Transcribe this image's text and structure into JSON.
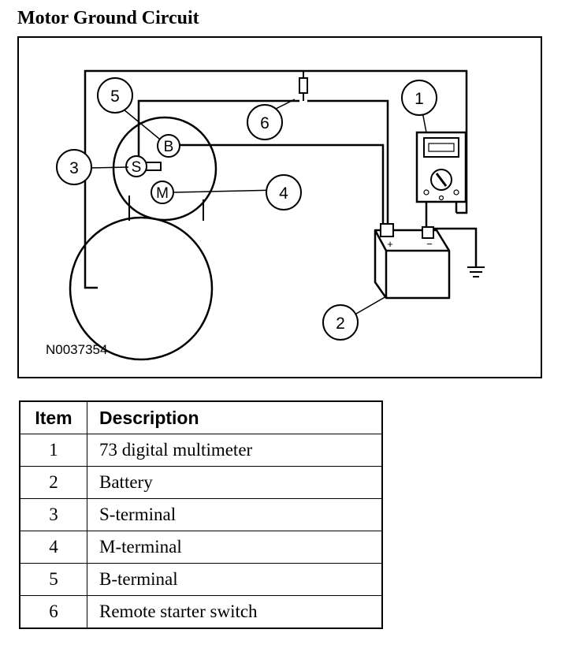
{
  "title": "Motor Ground Circuit",
  "figure": {
    "code": "N0037354",
    "callouts": [
      "1",
      "2",
      "3",
      "4",
      "5",
      "6"
    ],
    "terminals": {
      "b": "B",
      "s": "S",
      "m": "M"
    },
    "battery": {
      "positive": "+",
      "negative": "−"
    }
  },
  "table": {
    "headers": {
      "item": "Item",
      "description": "Description"
    },
    "rows": [
      {
        "item": "1",
        "description": "73 digital multimeter"
      },
      {
        "item": "2",
        "description": "Battery"
      },
      {
        "item": "3",
        "description": "S-terminal"
      },
      {
        "item": "4",
        "description": "M-terminal"
      },
      {
        "item": "5",
        "description": "B-terminal"
      },
      {
        "item": "6",
        "description": "Remote starter switch"
      }
    ]
  }
}
